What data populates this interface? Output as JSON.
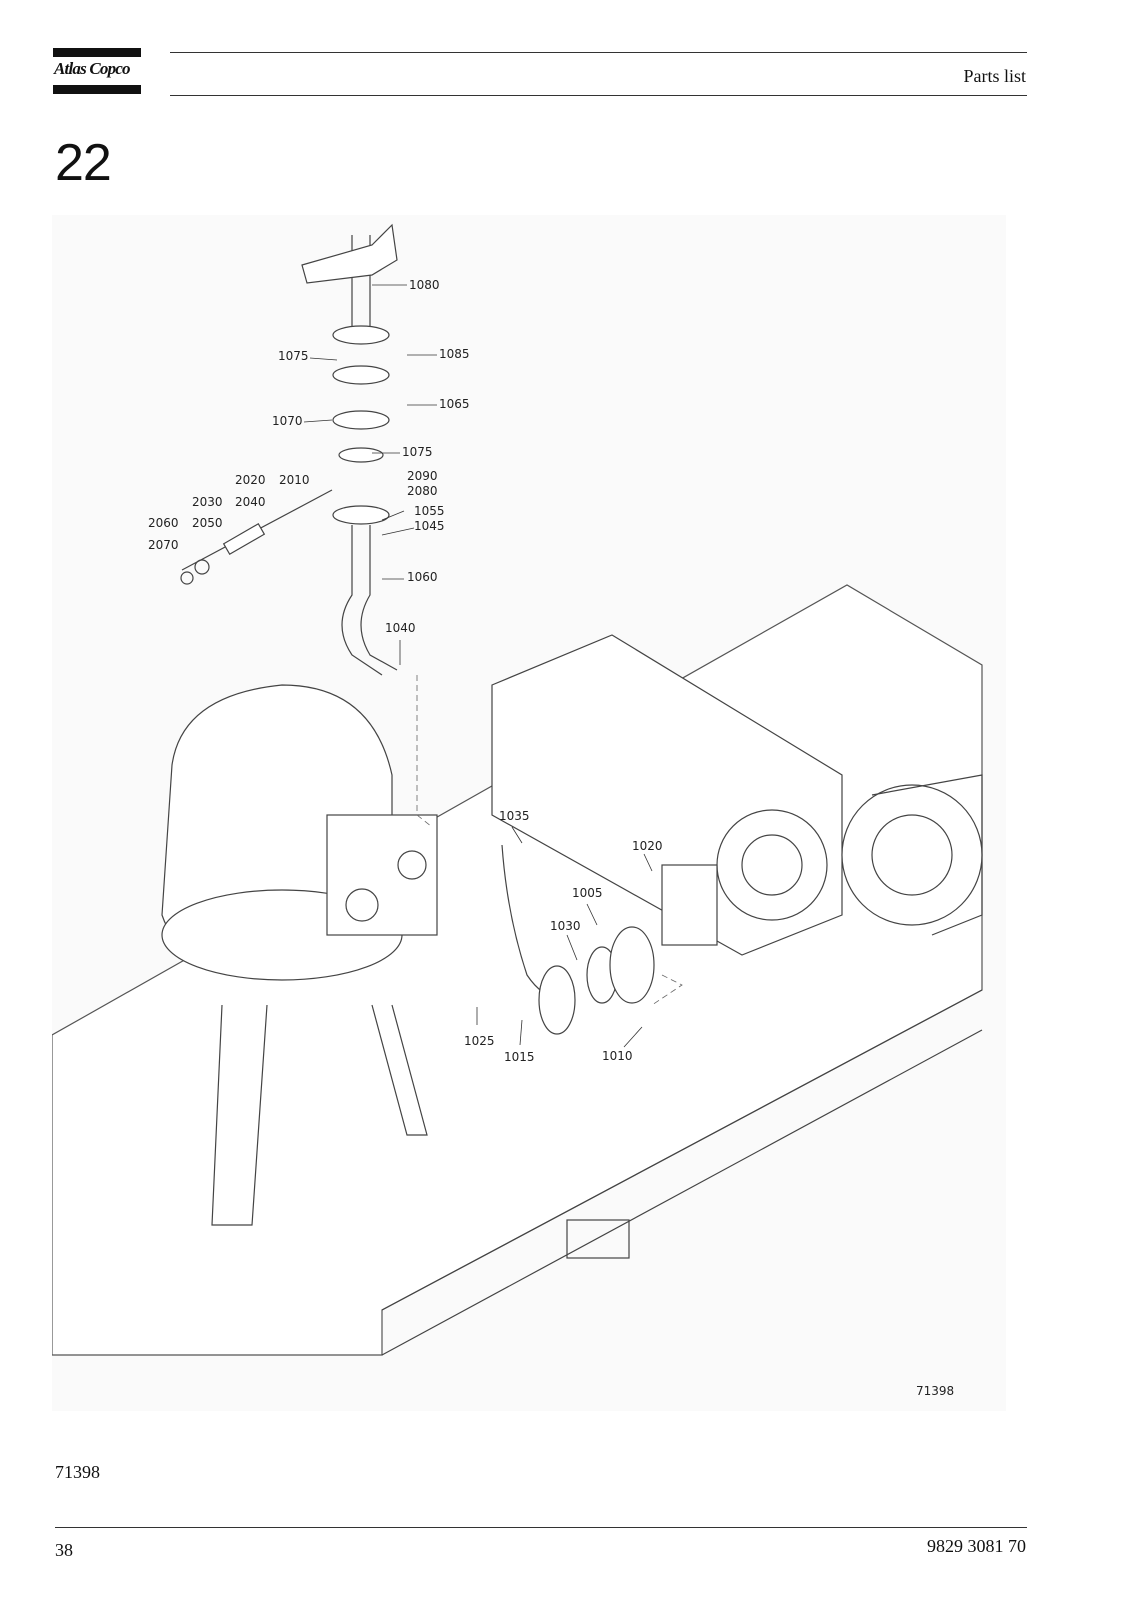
{
  "header": {
    "brand": "Atlas Copco",
    "title": "Parts list"
  },
  "section": {
    "number": "22"
  },
  "figure": {
    "id_label": "71398",
    "callouts": [
      "1080",
      "1075",
      "1085",
      "1065",
      "1070",
      "1075",
      "2090",
      "2080",
      "2020",
      "2010",
      "2030",
      "2040",
      "1055",
      "1045",
      "2060",
      "2050",
      "2070",
      "1060",
      "1040",
      "1035",
      "1020",
      "1005",
      "1030",
      "1025",
      "1015",
      "1010"
    ]
  },
  "caption": "71398",
  "footer": {
    "page_number": "38",
    "document_number": "9829 3081 70"
  }
}
